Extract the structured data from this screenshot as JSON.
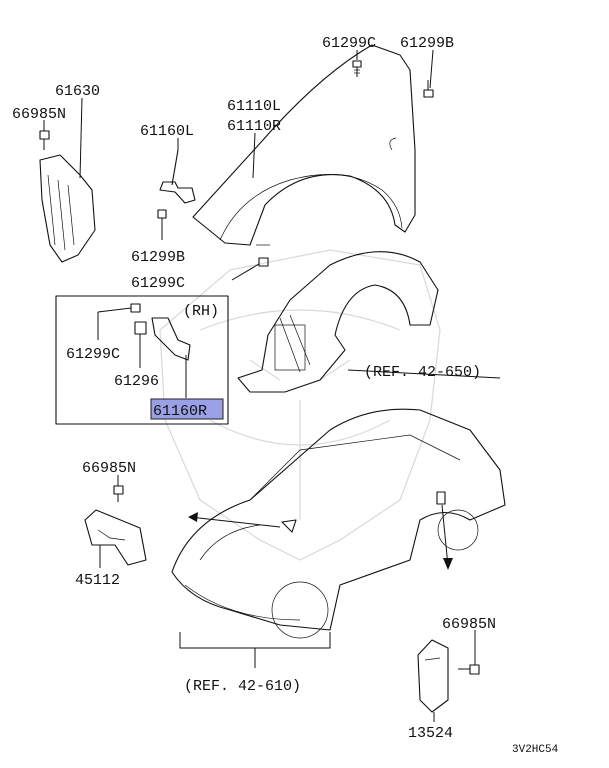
{
  "labels": {
    "p61299c_top": "61299C",
    "p61299b_top": "61299B",
    "p61630": "61630",
    "p66985n_top": "66985N",
    "p61110l": "61110L",
    "p61110r": "61110R",
    "p61160l": "61160L",
    "p61299b_mid": "61299B",
    "p61299c_mid": "61299C",
    "rh": "(RH)",
    "p61299c_box": "61299C",
    "p61296": "61296",
    "p61160r": "61160R",
    "ref650": "(REF. 42-650)",
    "p66985n_mid": "66985N",
    "p45112": "45112",
    "ref610": "(REF. 42-610)",
    "p66985n_bot": "66985N",
    "p13524": "13524",
    "diagram_code": "3V2HC54"
  },
  "colors": {
    "highlight": "#9aa0e6",
    "ink": "#111111"
  }
}
